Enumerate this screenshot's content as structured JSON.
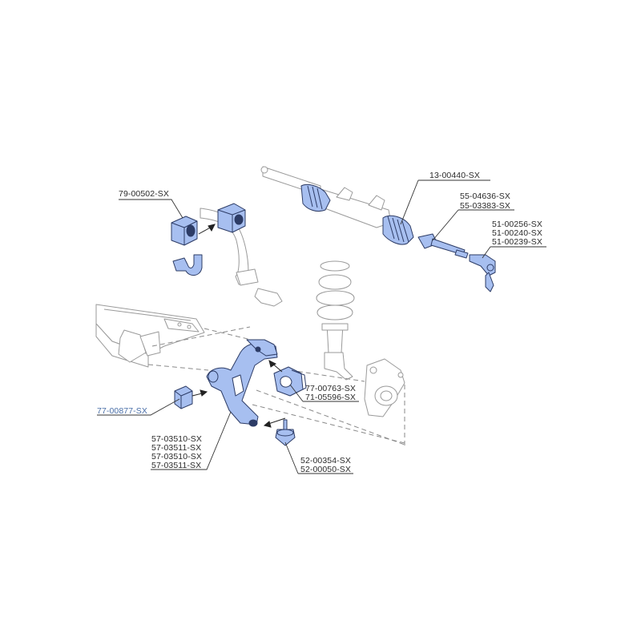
{
  "colors": {
    "part_fill": "#a7bff0",
    "part_stroke": "#2d3c66",
    "ghost_fill": "#ffffff",
    "ghost_stroke": "#9a9a9a",
    "leader": "#333333",
    "highlight_label": "#4a6fa8"
  },
  "labels": {
    "stabilizer_bushing": "79-00502-SX",
    "steering_rack": "13-00440-SX",
    "inner_tie_rod_1": "55-04636-SX",
    "inner_tie_rod_2": "55-03383-SX",
    "tie_rod_end_1": "51-00256-SX",
    "tie_rod_end_2": "51-00240-SX",
    "tie_rod_end_3": "51-00239-SX",
    "front_arm_bushing": "77-00877-SX",
    "rear_arm_bushing_1": "77-00763-SX",
    "rear_arm_bushing_2": "71-05596-SX",
    "control_arm_1": "57-03510-SX",
    "control_arm_2": "57-03511-SX",
    "control_arm_3": "57-03510-SX",
    "control_arm_4": "57-03511-SX",
    "ball_joint_1": "52-00354-SX",
    "ball_joint_2": "52-00050-SX"
  }
}
